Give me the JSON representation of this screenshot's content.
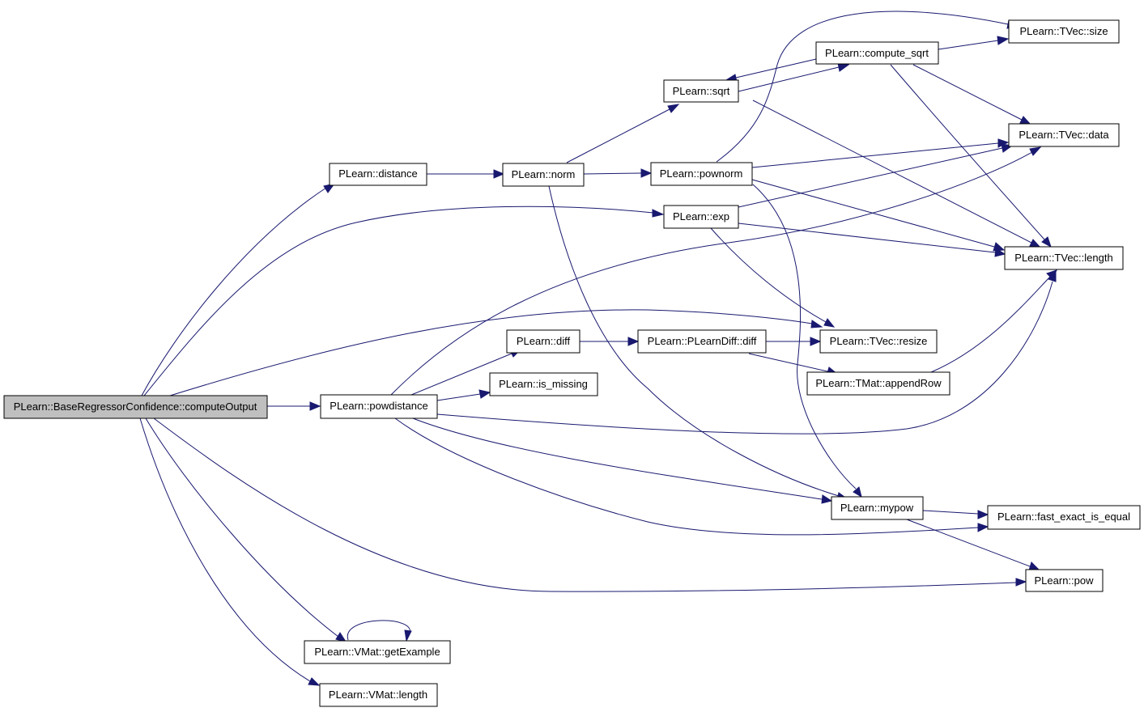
{
  "graph": {
    "edge_color": "#191970",
    "root_fill": "#bfbfbf",
    "nodes": {
      "root": "PLearn::BaseRegressorConfidence::computeOutput",
      "distance": "PLearn::distance",
      "norm": "PLearn::norm",
      "sqrt": "PLearn::sqrt",
      "compute_sqrt": "PLearn::compute_sqrt",
      "tvec_size": "PLearn::TVec::size",
      "tvec_data": "PLearn::TVec::data",
      "pownorm": "PLearn::pownorm",
      "exp": "PLearn::exp",
      "tvec_length": "PLearn::TVec::length",
      "diff": "PLearn::diff",
      "plearndiff_diff": "PLearn::PLearnDiff::diff",
      "tvec_resize": "PLearn::TVec::resize",
      "is_missing": "PLearn::is_missing",
      "tmat_appendrow": "PLearn::TMat::appendRow",
      "powdistance": "PLearn::powdistance",
      "mypow": "PLearn::mypow",
      "fast_exact_is_equal": "PLearn::fast_exact_is_equal",
      "pow": "PLearn::pow",
      "vmat_getexample": "PLearn::VMat::getExample",
      "vmat_length": "PLearn::VMat::length"
    }
  }
}
